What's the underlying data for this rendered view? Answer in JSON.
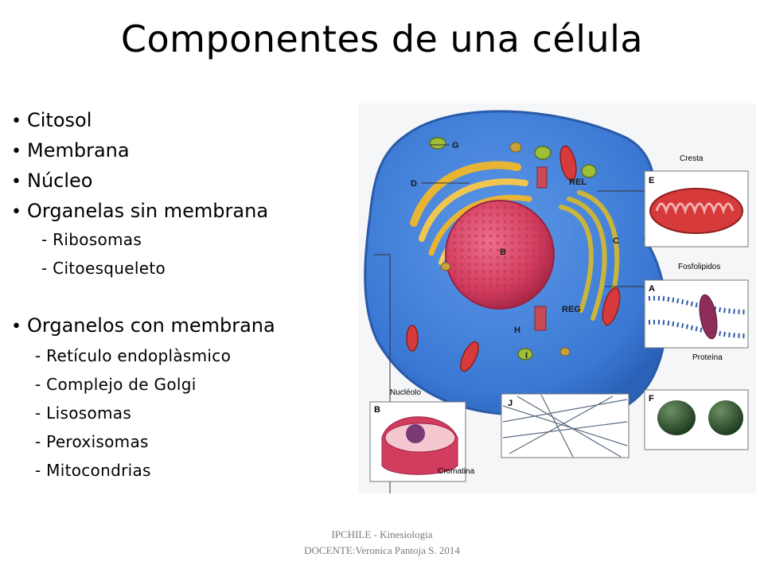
{
  "slide": {
    "title": "Componentes de una célula",
    "bullets": [
      {
        "label": "Citosol"
      },
      {
        "label": "Membrana"
      },
      {
        "label": "Núcleo"
      },
      {
        "label": "Organelas sin membrana"
      },
      {
        "label": "Organelos con membrana"
      }
    ],
    "sub_sin_membrana": [
      "- Ribosomas",
      "- Citoesqueleto"
    ],
    "sub_con_membrana": [
      "- Retículo endoplàsmico",
      "- Complejo de Golgi",
      "- Lisosomas",
      "- Peroxisomas",
      "- Mitocondrias"
    ],
    "footer": {
      "line1": "IPCHILE - Kinesiologia",
      "line2": "DOCENTE:Veronica Pantoja S. 2014"
    }
  },
  "diagram": {
    "letters": {
      "g": "G",
      "d": "D",
      "b": "B",
      "h": "H",
      "i": "I",
      "c": "C",
      "a": "A",
      "e": "E",
      "j": "J",
      "f": "F",
      "b2": "B"
    },
    "labels": {
      "rel": "REL",
      "reg": "REG",
      "cresta": "Cresta",
      "fosfolipidos": "Fosfolipidos",
      "proteina": "Proteína",
      "nucleolo": "Nucléolo",
      "cromatina": "Cromatina"
    },
    "colors": {
      "cytoplasm": "#3a78d4",
      "nucleus": "#d23c5e",
      "golgi": "#e8b434",
      "rer": "#d9c24a",
      "mitochondria": "#d73a3a",
      "lysosome": "#9fbe3a",
      "ribosome_dark": "#1f3d1f"
    }
  }
}
